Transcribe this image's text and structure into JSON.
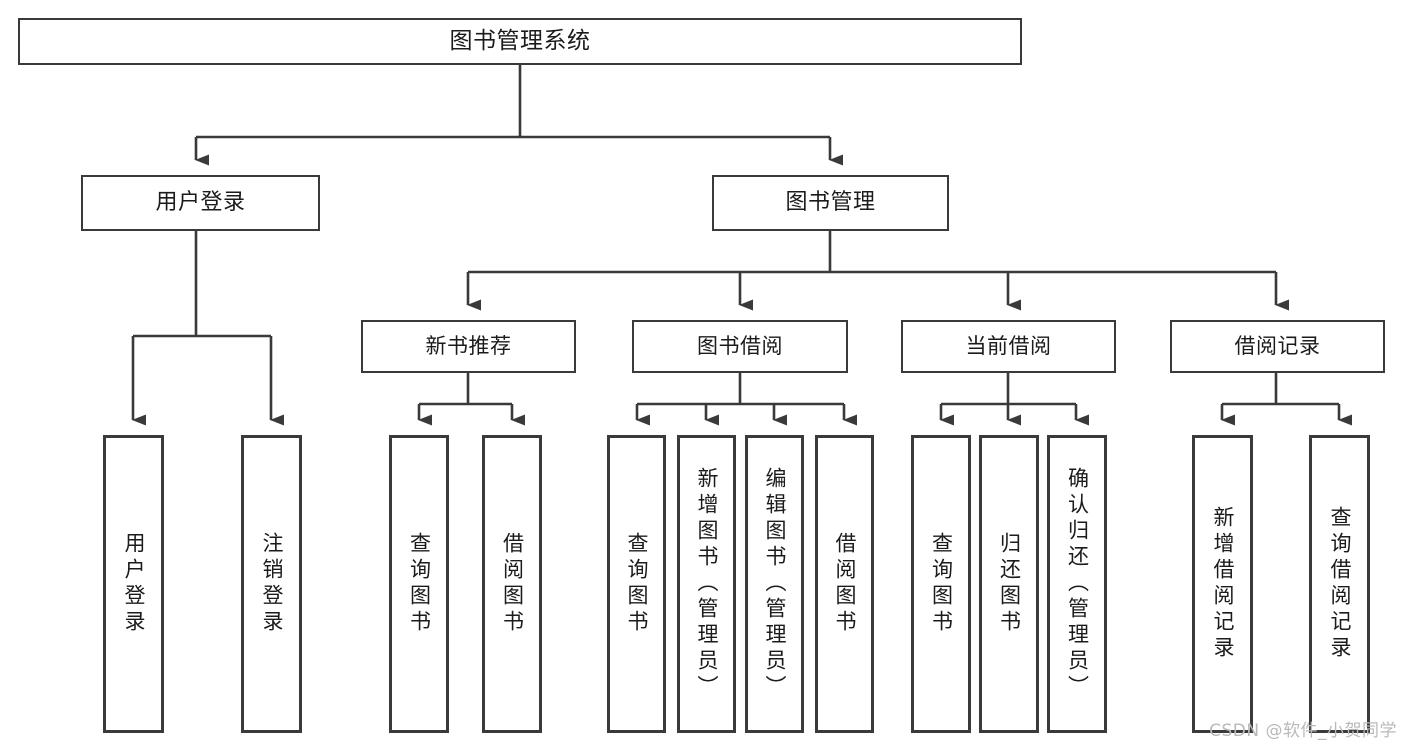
{
  "diagram": {
    "title": "图书管理系统",
    "type": "tree-hierarchy",
    "stroke_color": "#3a3a3a",
    "background_color": "#ffffff",
    "text_color": "#1b1b1b"
  },
  "nodes": {
    "root": {
      "label": "图书管理系统"
    },
    "level2": [
      {
        "label": "用户登录"
      },
      {
        "label": "图书管理"
      }
    ],
    "level3": [
      {
        "label": "新书推荐"
      },
      {
        "label": "图书借阅"
      },
      {
        "label": "当前借阅"
      },
      {
        "label": "借阅记录"
      }
    ],
    "leaves": [
      {
        "label": "用户登录"
      },
      {
        "label": "注销登录"
      },
      {
        "label": "查询图书"
      },
      {
        "label": "借阅图书"
      },
      {
        "label": "查询图书"
      },
      {
        "label": "新增图书（管理员）"
      },
      {
        "label": "编辑图书（管理员）"
      },
      {
        "label": "借阅图书"
      },
      {
        "label": "查询图书"
      },
      {
        "label": "归还图书"
      },
      {
        "label": "确认归还（管理员）"
      },
      {
        "label": "新增借阅记录"
      },
      {
        "label": "查询借阅记录"
      }
    ]
  },
  "watermark": {
    "text": "CSDN @软件_小贺同学"
  }
}
